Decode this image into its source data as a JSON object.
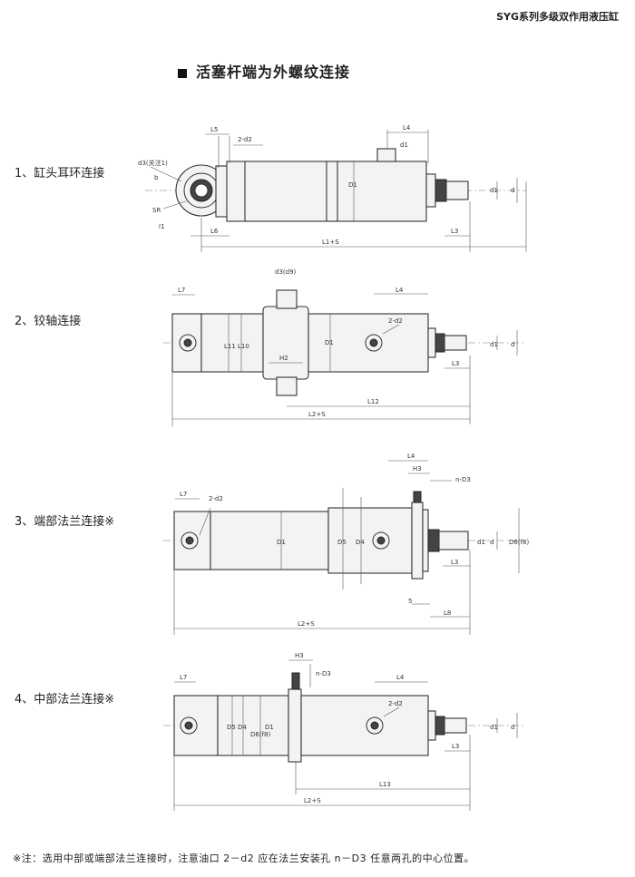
{
  "header": {
    "title": "SYG系列多级双作用液压缸"
  },
  "section": {
    "heading": "活塞杆端为外螺纹连接"
  },
  "connections": [
    {
      "label": "1、缸头耳环连接"
    },
    {
      "label": "2、铰轴连接"
    },
    {
      "label": "3、端部法兰连接※"
    },
    {
      "label": "4、中部法兰连接※"
    }
  ],
  "dims": {
    "d1": {
      "L5": "L5",
      "t2d2": "2-d2",
      "L4": "L4",
      "d1": "d1",
      "d3_f": "d3(关注1)",
      "b": "b",
      "SR": "SR",
      "I1": "I1",
      "D1": "D1",
      "dd1": "d1",
      "d": "d",
      "L6": "L6",
      "L3": "L3",
      "LS": "L1+S"
    },
    "d2": {
      "d3_f": "d3(d9)",
      "L7": "L7",
      "L4": "L4",
      "t2d2": "2-d2",
      "L11": "L11",
      "L10": "L10",
      "H2": "H2",
      "D1": "D1",
      "dd1": "d1",
      "d": "d",
      "L3": "L3",
      "L12": "L12",
      "LS": "L2+S"
    },
    "d3": {
      "L4": "L4",
      "H3": "H3",
      "nD3": "n-D3",
      "L7": "L7",
      "t2d2": "2-d2",
      "D1": "D1",
      "D5": "D5",
      "D4": "D4",
      "dd1": "d1",
      "d": "d",
      "D6": "D6(f8)",
      "L3": "L3",
      "five": "5",
      "L8": "L8",
      "LS": "L2+S"
    },
    "d4": {
      "H3": "H3",
      "nD3": "n-D3",
      "L7": "L7",
      "L4": "L4",
      "t2d2": "2-d2",
      "D5": "D5",
      "D4": "D4",
      "D6": "D6(f8)",
      "D1": "D1",
      "dd1": "d1",
      "d": "d",
      "L3": "L3",
      "L13": "L13",
      "LS": "L2+S"
    }
  },
  "footnote": {
    "text": "※注：选用中部或端部法兰连接时，注意油口 2－d2 应在法兰安装孔 n－D3 任意两孔的中心位置。"
  }
}
